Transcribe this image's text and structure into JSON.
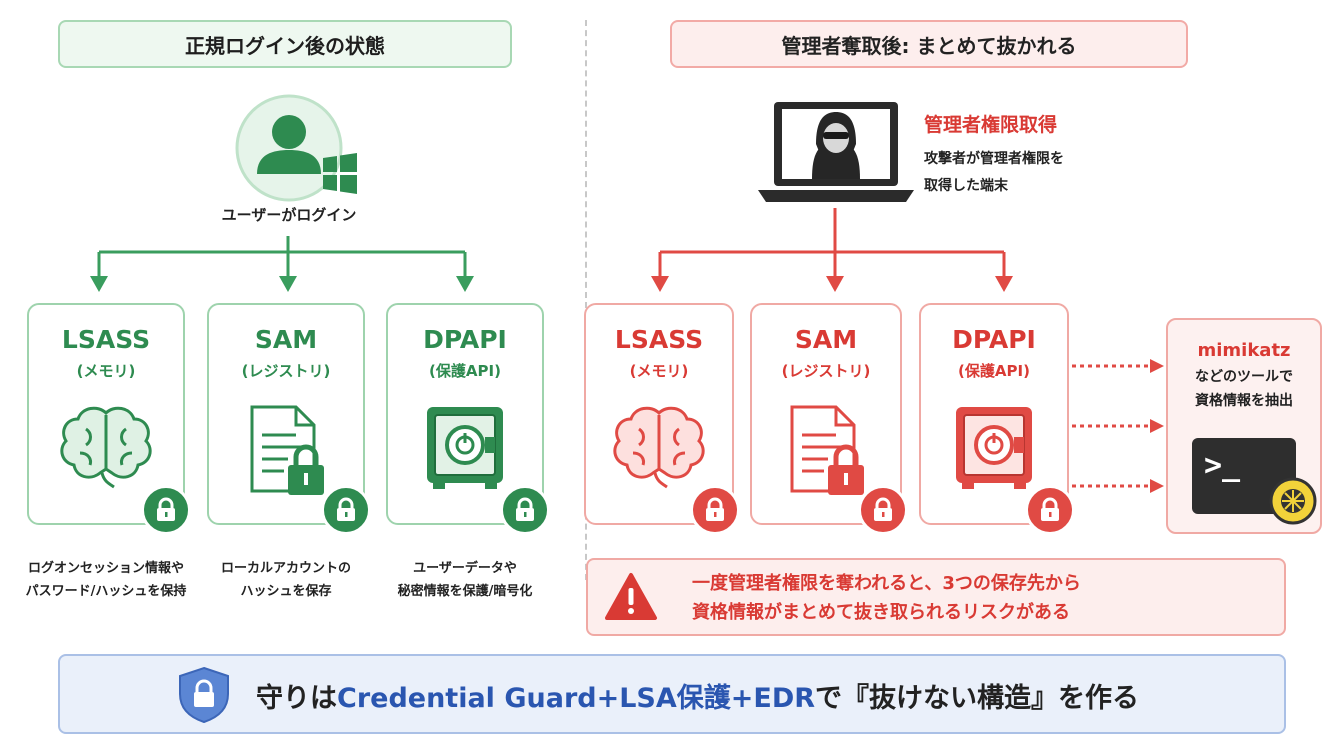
{
  "left_panel": {
    "header": "正規ログイン後の状態",
    "user_label": "ユーザーがログイン",
    "stores": [
      {
        "title": "LSASS",
        "subtitle": "(メモリ)",
        "desc_line1": "ログオンセッション情報や",
        "desc_line2": "パスワード/ハッシュを保持"
      },
      {
        "title": "SAM",
        "subtitle": "(レジストリ)",
        "desc_line1": "ローカルアカウントの",
        "desc_line2": "ハッシュを保存"
      },
      {
        "title": "DPAPI",
        "subtitle": "(保護API)",
        "desc_line1": "ユーザーデータや",
        "desc_line2": "秘密情報を保護/暗号化"
      }
    ]
  },
  "right_panel": {
    "header": "管理者奪取後: まとめて抜かれる",
    "attacker_title": "管理者権限取得",
    "attacker_desc_line1": "攻撃者が管理者権限を",
    "attacker_desc_line2": "取得した端末",
    "stores": [
      {
        "title": "LSASS",
        "subtitle": "(メモリ)"
      },
      {
        "title": "SAM",
        "subtitle": "(レジストリ)"
      },
      {
        "title": "DPAPI",
        "subtitle": "(保護API)"
      }
    ],
    "tool": {
      "name": "mimikatz",
      "desc_line1": "などのツールで",
      "desc_line2": "資格情報を抽出",
      "terminal_prompt": ">_"
    },
    "warning_line1": "一度管理者権限を奪われると、3つの保存先から",
    "warning_line2": "資格情報がまとめて抜き取られるリスクがある"
  },
  "footer": {
    "prefix": "守りは",
    "highlight": "Credential Guard+LSA保護+EDR",
    "suffix": "で『抜けない構造』を作る"
  },
  "colors": {
    "green": "#2e8b50",
    "red": "#e04a44",
    "blue": "#2a56b0"
  }
}
